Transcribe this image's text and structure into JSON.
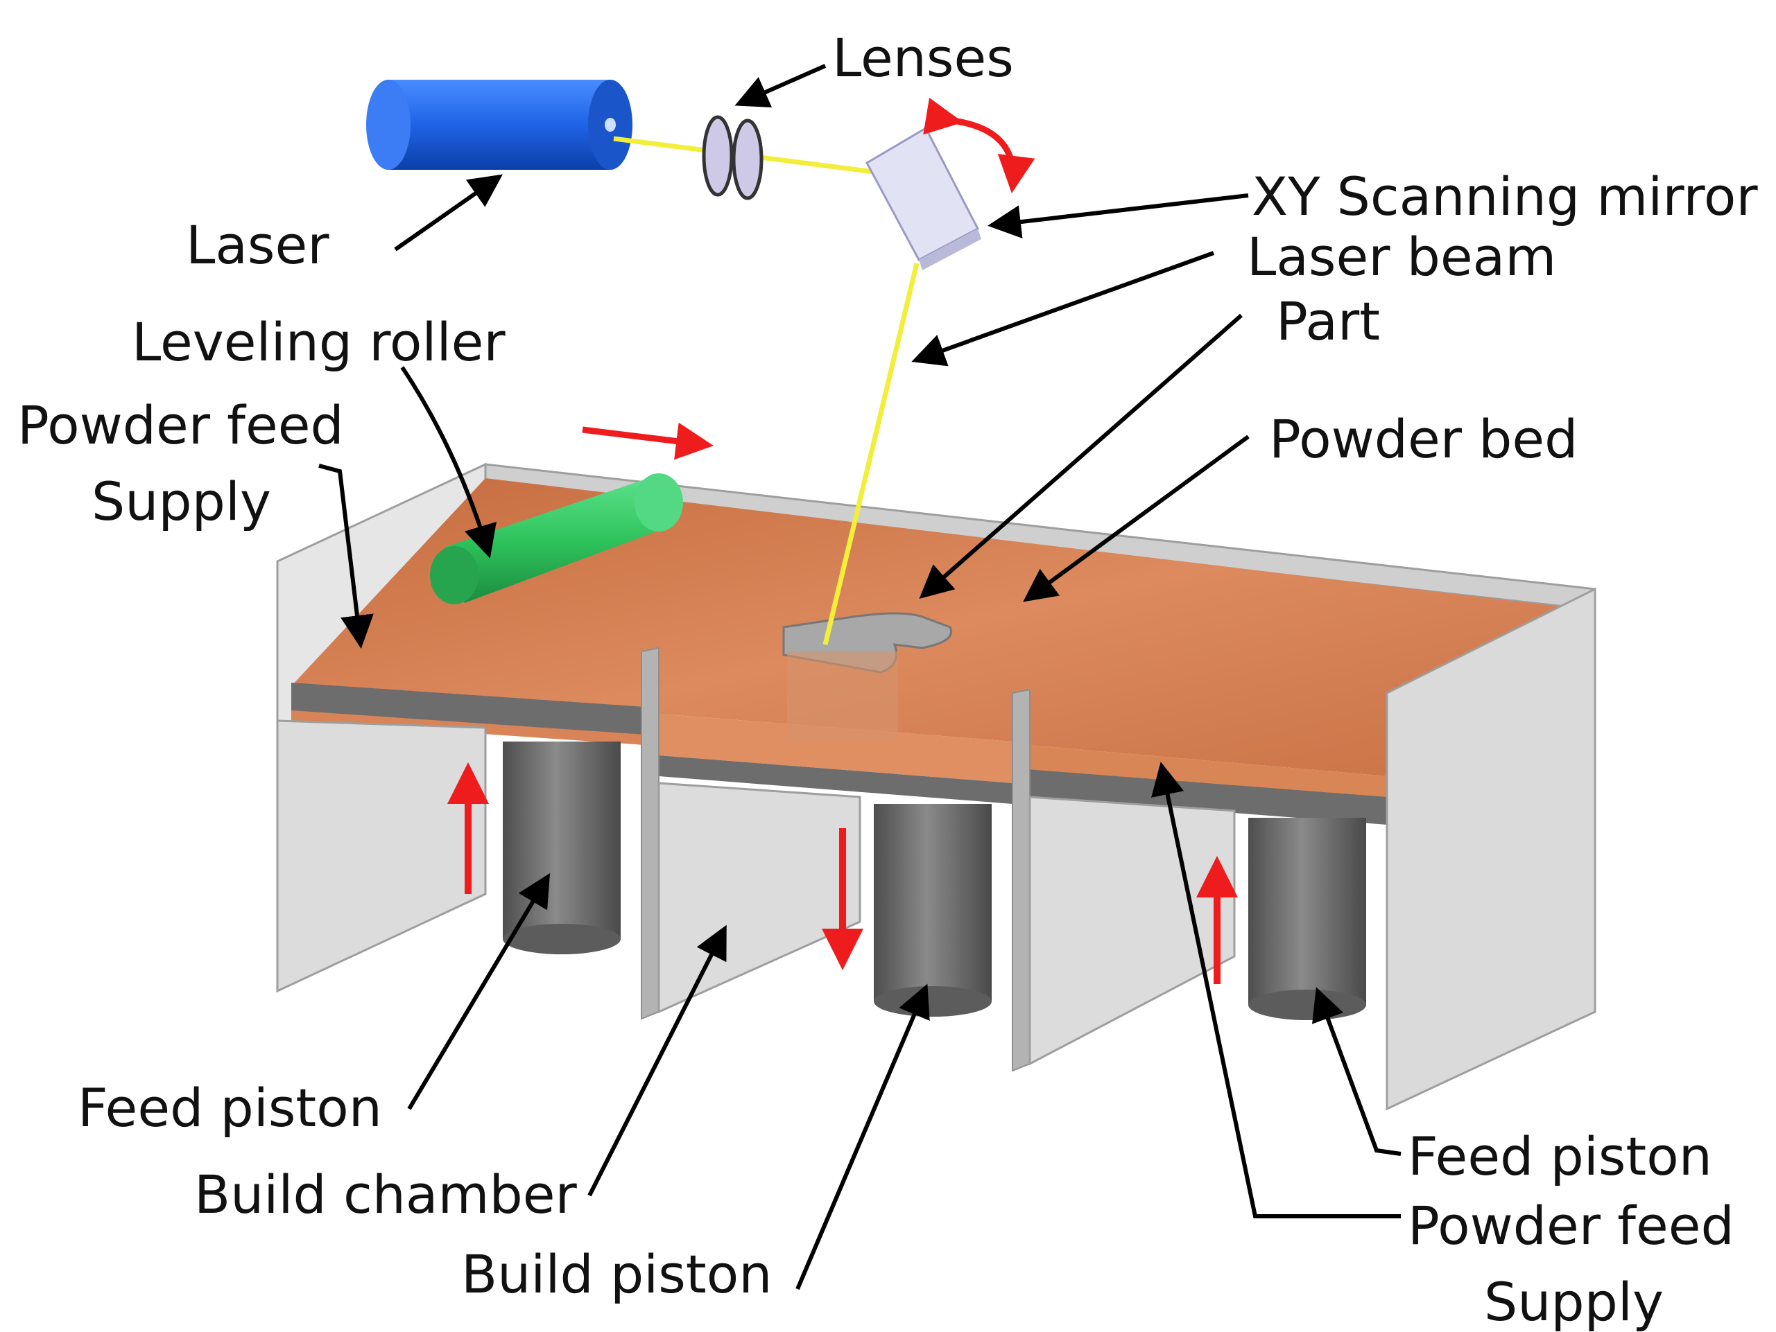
{
  "labels": {
    "lenses": "Lenses",
    "laser": "Laser",
    "xy_mirror": "XY Scanning mirror",
    "laser_beam": "Laser beam",
    "part": "Part",
    "leveling_roller": "Leveling roller",
    "powder_feed_left_1": "Powder feed",
    "powder_feed_left_2": "Supply",
    "powder_bed": "Powder bed",
    "feed_piston_left": "Feed piston",
    "build_chamber": "Build chamber",
    "build_piston": "Build piston",
    "feed_piston_right": "Feed piston",
    "powder_feed_right_1": "Powder feed",
    "powder_feed_right_2": "Supply"
  },
  "colors": {
    "laser_body": "#1f63e6",
    "beam": "#f2ee3a",
    "roller": "#2fc35c",
    "powder": "#cf7a4d",
    "powder_light": "#e0936a",
    "wall": "#d9d9d9",
    "wall_edge": "#a9a9a9",
    "piston": "#6e6e6e",
    "arrow": "#ee1c1c",
    "mirror": "#dedef5"
  }
}
